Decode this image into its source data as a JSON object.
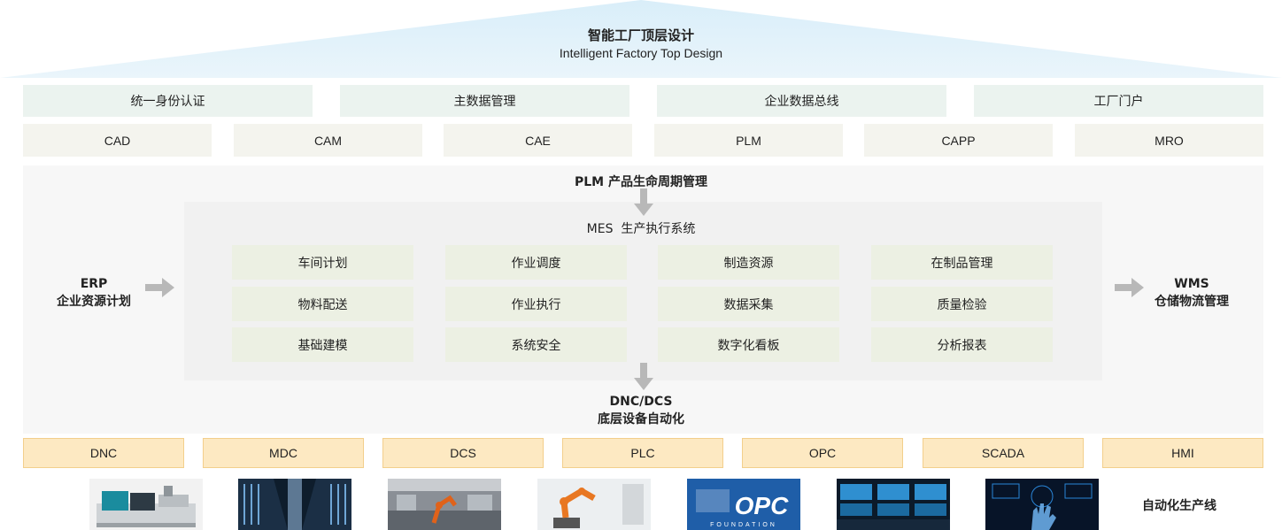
{
  "header": {
    "title": "智能工厂顶层设计",
    "subtitle": "Intelligent Factory Top Design"
  },
  "platform_row": [
    "统一身份认证",
    "主数据管理",
    "企业数据总线",
    "工厂门户"
  ],
  "design_row": [
    "CAD",
    "CAM",
    "CAE",
    "PLM",
    "CAPP",
    "MRO"
  ],
  "plm_label": "PLM 产品生命周期管理",
  "mes": {
    "title": "MES  生产执行系统",
    "modules": [
      [
        "车间计划",
        "作业调度",
        "制造资源",
        "在制品管理"
      ],
      [
        "物料配送",
        "作业执行",
        "数据采集",
        "质量检验"
      ],
      [
        "基础建模",
        "系统安全",
        "数字化看板",
        "分析报表"
      ]
    ]
  },
  "erp": {
    "line1": "ERP",
    "line2": "企业资源计划"
  },
  "wms": {
    "line1": "WMS",
    "line2": "仓储物流管理"
  },
  "dnc": {
    "line1": "DNC/DCS",
    "line2": "底层设备自动化"
  },
  "automation_row": [
    "DNC",
    "MDC",
    "DCS",
    "PLC",
    "OPC",
    "SCADA",
    "HMI"
  ],
  "opc_logo": {
    "text": "OPC",
    "subtext": "FOUNDATION"
  },
  "line_label": "自动化生产线",
  "colors": {
    "roof": "#e0f1fa",
    "platform_box": "#ebf3ef",
    "design_box": "#f4f4ee",
    "module_box": "#ecf0e3",
    "automation_box": "#fde9c2",
    "arrow": "#b8b8b8"
  }
}
